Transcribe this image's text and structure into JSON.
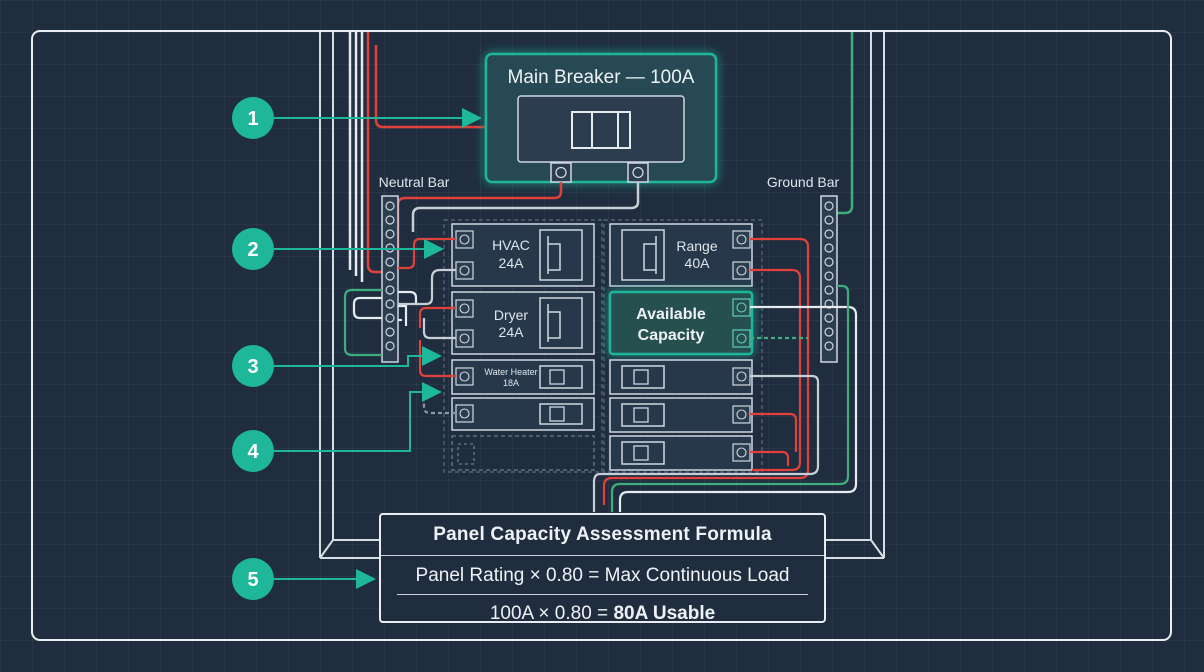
{
  "colors": {
    "background": "#1f2d3f",
    "accent_teal": "#1fb79a",
    "wire_red": "#e0413b",
    "wire_green": "#3fae7d",
    "wire_white": "#e6ebf0",
    "outline": "#e9edf2"
  },
  "markers": [
    {
      "number": "1",
      "target": "main-breaker"
    },
    {
      "number": "2",
      "target": "hvac-breaker"
    },
    {
      "number": "3",
      "target": "water-heater-breaker"
    },
    {
      "number": "4",
      "target": "empty-slot"
    },
    {
      "number": "5",
      "target": "formula-box"
    }
  ],
  "main_breaker": {
    "label": "Main Breaker — 100A"
  },
  "bars": {
    "neutral": "Neutral Bar",
    "ground": "Ground Bar"
  },
  "breakers_left": [
    {
      "name": "HVAC",
      "amps": "24A"
    },
    {
      "name": "Dryer",
      "amps": "24A"
    },
    {
      "name": "Water Heater",
      "amps": "18A"
    }
  ],
  "breakers_right": [
    {
      "name": "Range",
      "amps": "40A"
    }
  ],
  "available": {
    "line1": "Available",
    "line2": "Capacity"
  },
  "formula": {
    "title": "Panel Capacity Assessment Formula",
    "line1": "Panel Rating × 0.80 = Max Continuous Load",
    "line2_prefix": "100A × 0.80 = ",
    "line2_bold": "80A Usable"
  }
}
